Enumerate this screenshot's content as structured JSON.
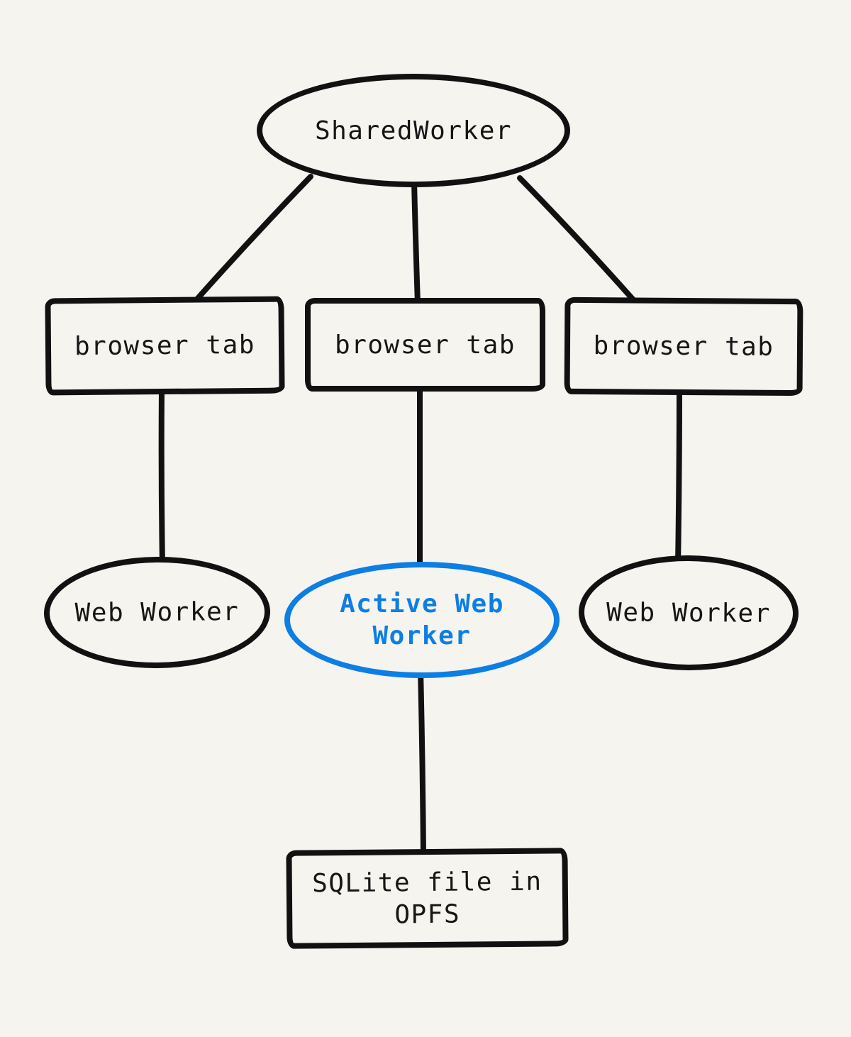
{
  "canvas": {
    "background_color": "#f5f4ef",
    "ink_color": "#111111",
    "accent_color": "#0d7ee3"
  },
  "diagram": {
    "nodes": {
      "shared_worker": {
        "shape": "ellipse",
        "label": "SharedWorker"
      },
      "tab_left": {
        "shape": "rect",
        "label": "browser tab"
      },
      "tab_center": {
        "shape": "rect",
        "label": "browser tab"
      },
      "tab_right": {
        "shape": "rect",
        "label": "browser tab"
      },
      "worker_left": {
        "shape": "ellipse",
        "label": "Web Worker"
      },
      "worker_active": {
        "shape": "ellipse",
        "label": "Active Web\nWorker",
        "highlight_color": "#0d7ee3"
      },
      "worker_right": {
        "shape": "ellipse",
        "label": "Web Worker"
      },
      "sqlite_file": {
        "shape": "rect",
        "label": "SQLite file in\nOPFS"
      }
    },
    "edges": [
      {
        "from": "shared_worker",
        "to": "tab_left"
      },
      {
        "from": "shared_worker",
        "to": "tab_center"
      },
      {
        "from": "shared_worker",
        "to": "tab_right"
      },
      {
        "from": "tab_left",
        "to": "worker_left"
      },
      {
        "from": "tab_center",
        "to": "worker_active"
      },
      {
        "from": "tab_right",
        "to": "worker_right"
      },
      {
        "from": "worker_active",
        "to": "sqlite_file"
      }
    ]
  }
}
